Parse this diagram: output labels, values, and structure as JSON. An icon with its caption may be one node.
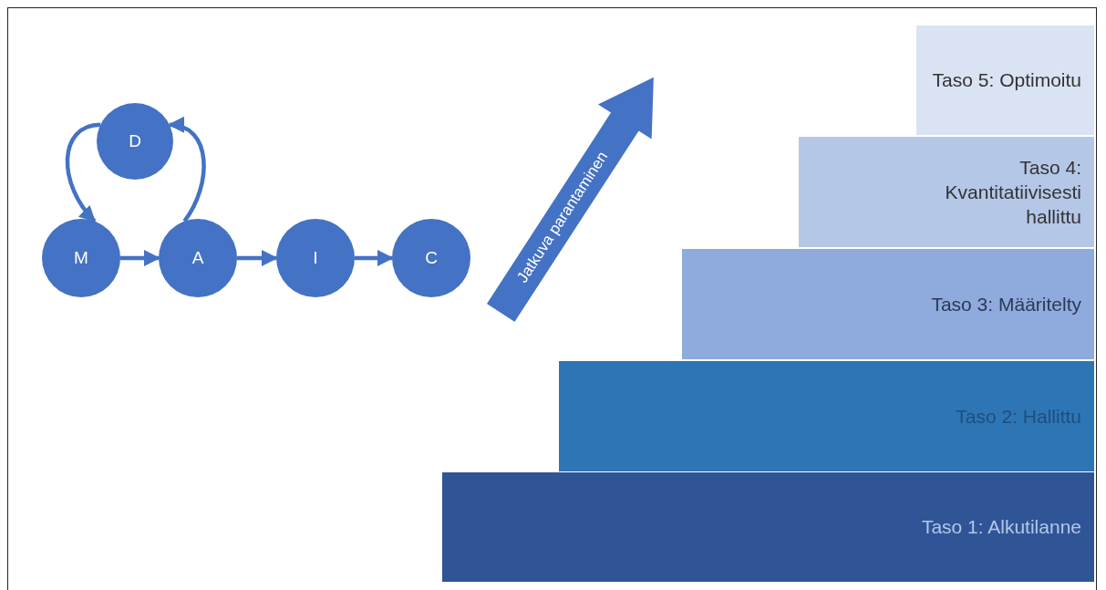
{
  "diagram": {
    "nodes": [
      {
        "text": [
          "D"
        ]
      },
      {
        "text": [
          "M"
        ]
      },
      {
        "text": [
          "A"
        ]
      },
      {
        "text": [
          "I"
        ]
      },
      {
        "text": [
          "C"
        ]
      },
      {
        "text": [
          "Jatkuva parantaminen"
        ]
      },
      {
        "text": [
          "Taso 5: Optimoitu"
        ]
      },
      {
        "text": [
          "Taso 4: Kvantitatiivisesti hallittu"
        ]
      },
      {
        "text": [
          "Taso 3: Määritelty"
        ]
      },
      {
        "text": [
          "Taso 2: Hallittu"
        ]
      },
      {
        "text": [
          "Taso 1: Alkutilanne"
        ]
      }
    ],
    "edges": [
      {
        "from": 0,
        "to": 1,
        "arrow": "to"
      },
      {
        "from": 2,
        "to": 0,
        "arrow": "to"
      },
      {
        "from": 1,
        "to": 2,
        "arrow": "to"
      },
      {
        "from": 2,
        "to": 3,
        "arrow": "to"
      },
      {
        "from": 3,
        "to": 4,
        "arrow": "to"
      }
    ]
  }
}
